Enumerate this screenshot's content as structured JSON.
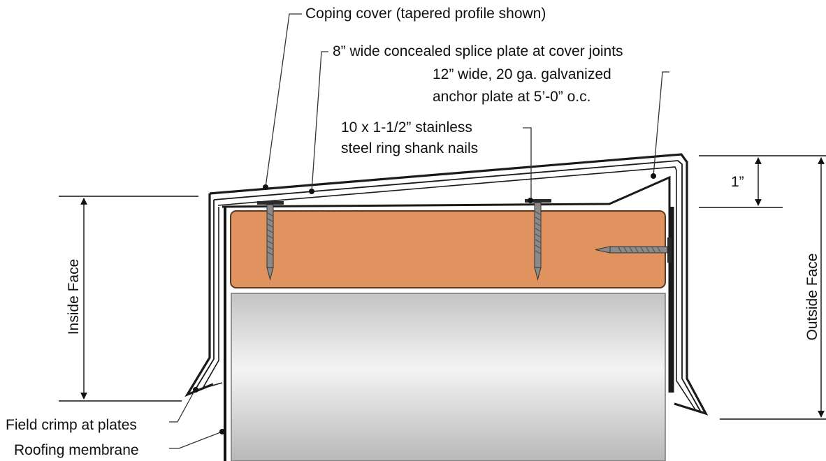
{
  "labels": {
    "coping_cover": "Coping cover (tapered profile shown)",
    "splice_plate": "8” wide concealed splice plate at cover joints",
    "anchor_plate_line1": "12” wide, 20 ga. galvanized",
    "anchor_plate_line2": "anchor plate at 5’-0” o.c.",
    "nails_line1": "10 x 1-1/2” stainless",
    "nails_line2": "steel ring shank nails",
    "field_crimp": "Field crimp at plates",
    "roofing_membrane": "Roofing membrane",
    "inside_face": "Inside Face",
    "outside_face": "Outside Face",
    "dim_1in": "1”"
  },
  "colors": {
    "wood_blocking": "#e0935e",
    "wood_outline": "#5a3a22",
    "wall_light": "#f3f3f3",
    "wall_dark": "#b5b5b5",
    "metal_line": "#1a1a1a",
    "nail": "#8a8a8a"
  }
}
